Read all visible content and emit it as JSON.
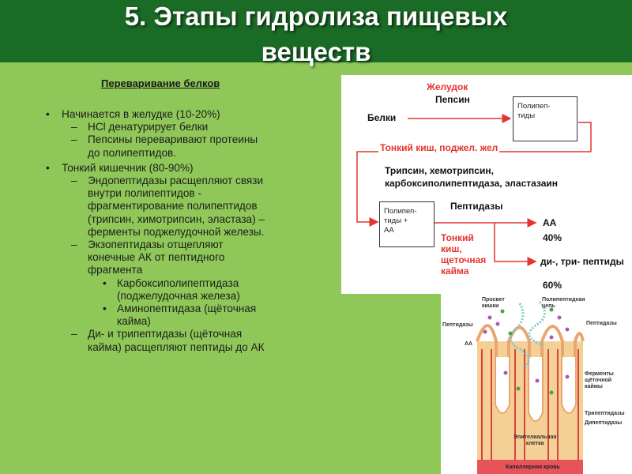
{
  "slide": {
    "title_line1": "5. Этапы гидролиза пищевых",
    "title_line2": "веществ",
    "subtitle": "Переваривание белков",
    "colors": {
      "header": "#1a6b25",
      "background": "#8fc859",
      "accent_red": "#e3342f"
    }
  },
  "bullets": [
    {
      "level": 1,
      "marker": "•",
      "text": "Начинается в желудке (10-20%)"
    },
    {
      "level": 2,
      "marker": "–",
      "text": "HCl денатурирует белки"
    },
    {
      "level": 2,
      "marker": "–",
      "text": "Пепсины переваривают протеины"
    },
    {
      "level": 2,
      "marker": "",
      "text": "до полипептидов."
    },
    {
      "level": 1,
      "marker": "•",
      "text": "Тонкий кишечник (80-90%)"
    },
    {
      "level": 2,
      "marker": "–",
      "text": "Эндопептидазы расщепляют связи"
    },
    {
      "level": 2,
      "marker": "",
      "text": "внутри полипептидов  -"
    },
    {
      "level": 2,
      "marker": "",
      "text": "фрагментирование полипептидов"
    },
    {
      "level": 2,
      "marker": "",
      "text": "(трипсин, химотрипсин, эластаза) –"
    },
    {
      "level": 2,
      "marker": "",
      "text": "ферменты поджелудочной железы."
    },
    {
      "level": 2,
      "marker": "–",
      "text": "Экзопептидазы отщепляют"
    },
    {
      "level": 2,
      "marker": "",
      "text": "конечные АК от пептидного"
    },
    {
      "level": 2,
      "marker": "",
      "text": "фрагмента"
    },
    {
      "level": 3,
      "marker": "•",
      "text": "Карбоксиполипептидаза"
    },
    {
      "level": 3,
      "marker": "",
      "text": "(поджелудочная железа)"
    },
    {
      "level": 3,
      "marker": "•",
      "text": "Аминопептидаза (щёточная"
    },
    {
      "level": 3,
      "marker": "",
      "text": "кайма)"
    },
    {
      "level": 2,
      "marker": "–",
      "text": "Ди- и трипептидазы (щёточная"
    },
    {
      "level": 2,
      "marker": "",
      "text": "кайма) расщепляют пептиды до АК"
    }
  ],
  "diagram": {
    "stomach": "Желудок",
    "pepsin": "Пепсин",
    "proteins": "Белки",
    "box1_line1": "Полипеп-",
    "box1_line2": "тиды",
    "small_intestine_pancreas": "Тонкий киш, поджел. жел",
    "enzymes_line1": "Трипсин, хемотрипсин,",
    "enzymes_line2": "карбоксиполипептидаза, эластазаин",
    "box2_line1": "Полипеп-",
    "box2_line2": "тиды +",
    "box2_line3": "АА",
    "peptidases": "Пептидазы",
    "aa": "АА",
    "aa_percent": "40%",
    "brush_line1": "Тонкий",
    "brush_line2": "киш,",
    "brush_line3": "щеточная",
    "brush_line4": "кайма",
    "di_tri": "ди-, три- пептиды",
    "di_tri_percent": "60%"
  },
  "illustration": {
    "lumen_line1": "Просвет",
    "lumen_line2": "кишки",
    "polypeptide_line1": "Полипептидная",
    "polypeptide_line2": "цепь",
    "peptidases_left": "Пептидазы",
    "peptidases_right": "Пептидазы",
    "aa": "АА",
    "brush_enzymes_line1": "Ферменты",
    "brush_enzymes_line2": "щёточной",
    "brush_enzymes_line3": "каймы",
    "tripeptidases": "Трипептидазы",
    "dipeptidases": "Дипептидазы",
    "epithelial_line1": "Эпителиальная",
    "epithelial_line2": "клетка",
    "capillary": "Капиллярная кровь"
  }
}
